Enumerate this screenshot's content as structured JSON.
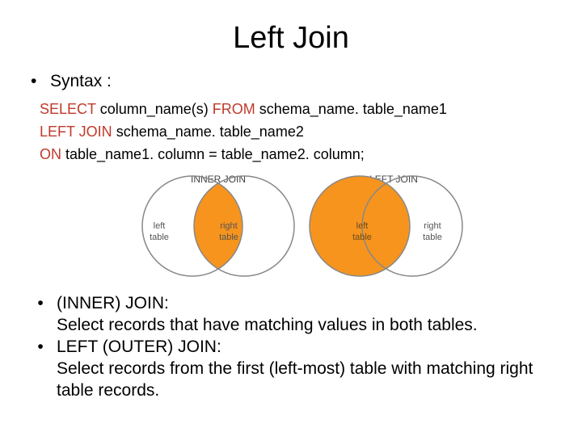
{
  "slide": {
    "title": "Left Join",
    "syntax_label": "Syntax :",
    "code_lines": [
      {
        "kw": "SELECT",
        "text": " column_name(s) "
      },
      {
        "kw": "FROM",
        "text": " schema_name. table_name1"
      },
      {
        "kw": "LEFT JOIN",
        "text": " schema_name. table_name2"
      },
      {
        "kw": "ON",
        "text": " table_name1. column = table_name2. column;"
      }
    ],
    "diagrams": [
      {
        "caption": "INNER JOIN",
        "left_label": [
          "left",
          "table"
        ],
        "right_label": [
          "right",
          "table"
        ]
      },
      {
        "caption": "LEFT JOIN",
        "left_label": [
          "left",
          "table"
        ],
        "right_label": [
          "right",
          "table"
        ]
      }
    ],
    "bullets": [
      {
        "head": "(INNER) JOIN:",
        "body": "Select records that have matching values in both tables."
      },
      {
        "head": "LEFT (OUTER) JOIN:",
        "body": "Select records from the first (left-most) table with matching right table records."
      }
    ]
  },
  "colors": {
    "highlight_fill": "#f7941d",
    "keyword": "#c0392b",
    "circle_stroke": "#888888"
  }
}
